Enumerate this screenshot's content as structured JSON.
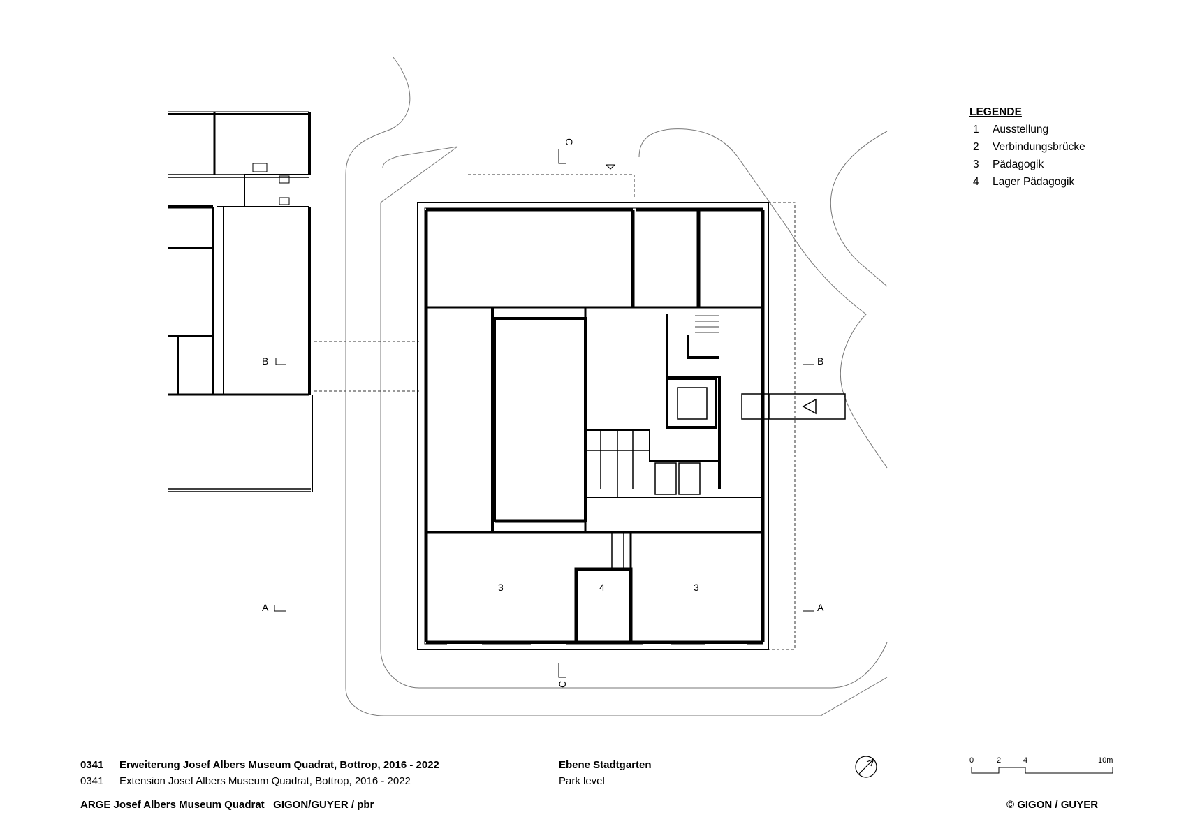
{
  "legend": {
    "title": "LEGENDE",
    "items": [
      {
        "num": "1",
        "label": "Ausstellung"
      },
      {
        "num": "2",
        "label": "Verbindungsbrücke"
      },
      {
        "num": "3",
        "label": "Pädagogik"
      },
      {
        "num": "4",
        "label": "Lager Pädagogik"
      }
    ]
  },
  "rooms": {
    "r3a": "3",
    "r4": "4",
    "r3b": "3"
  },
  "section_marks": {
    "b_left": "B",
    "b_right": "B",
    "a_left": "A",
    "a_right": "A",
    "c_top": "C",
    "c_bottom": "C"
  },
  "project": {
    "code": "0341",
    "title_de": "Erweiterung Josef Albers Museum Quadrat, Bottrop, 2016 - 2022",
    "title_en": "Extension Josef Albers Museum Quadrat, Bottrop, 2016 - 2022",
    "credit": "ARGE Josef Albers Museum Quadrat   GIGON/GUYER / pbr"
  },
  "level": {
    "de": "Ebene Stadtgarten",
    "en": "Park level"
  },
  "copyright": "© GIGON / GUYER",
  "scale": {
    "t0": "0",
    "t2": "2",
    "t4": "4",
    "t10": "10m"
  }
}
